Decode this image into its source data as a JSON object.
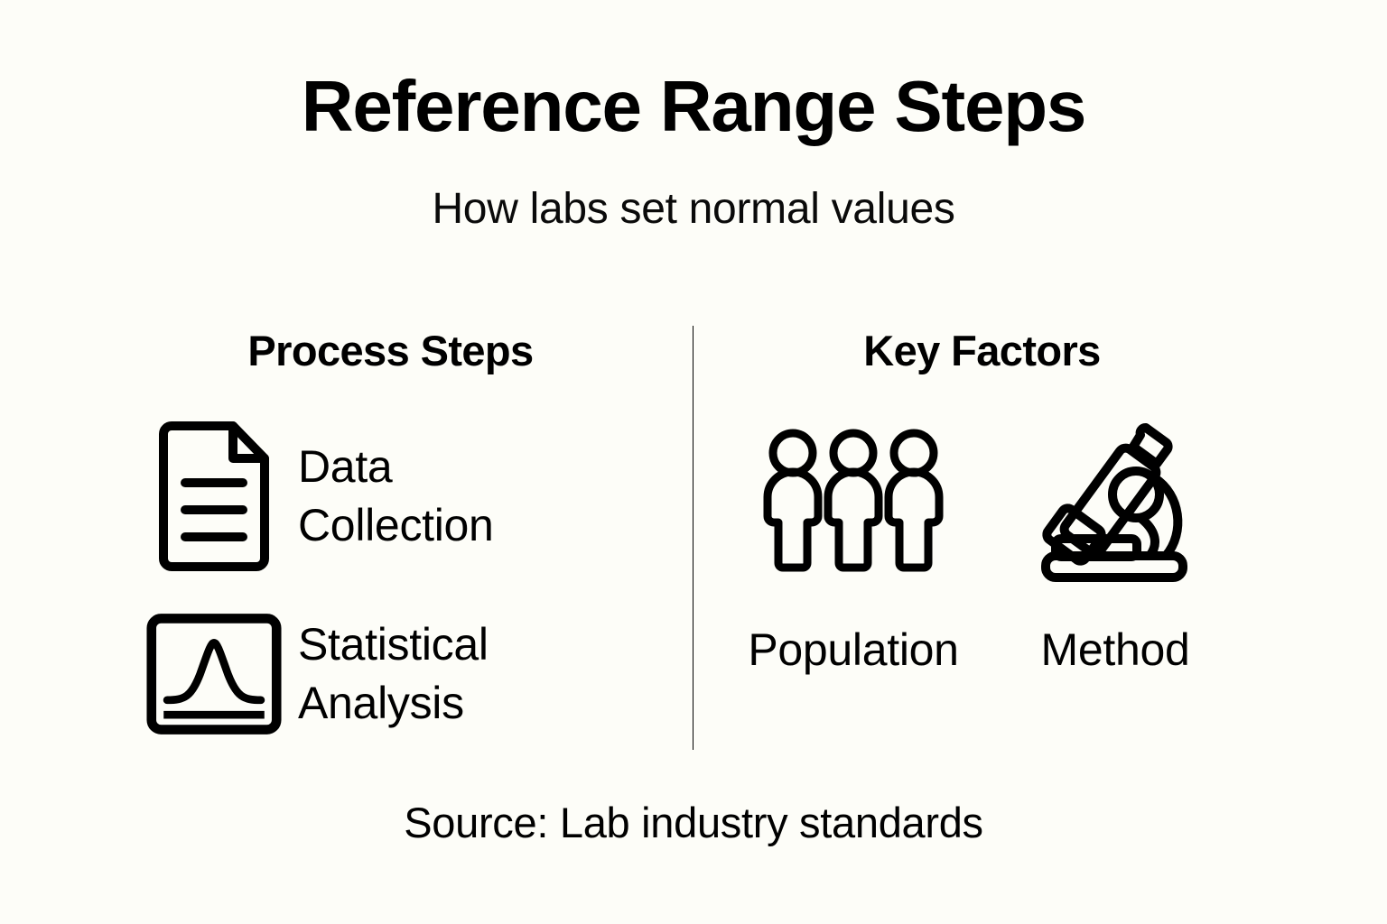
{
  "header": {
    "title": "Reference Range Steps",
    "subtitle": "How labs set normal values"
  },
  "columns": {
    "left": {
      "heading": "Process Steps",
      "items": [
        {
          "label": "Data\nCollection",
          "icon": "document-lines-icon"
        },
        {
          "label": "Statistical\nAnalysis",
          "icon": "bell-curve-chart-icon"
        }
      ]
    },
    "right": {
      "heading": "Key Factors",
      "items": [
        {
          "label": "Population",
          "icon": "three-people-icon"
        },
        {
          "label": "Method",
          "icon": "microscope-icon"
        }
      ]
    }
  },
  "footer": {
    "source": "Source: Lab industry standards"
  },
  "colors": {
    "background": "#fdfdf8",
    "ink": "#000000",
    "divider": "#000000"
  }
}
